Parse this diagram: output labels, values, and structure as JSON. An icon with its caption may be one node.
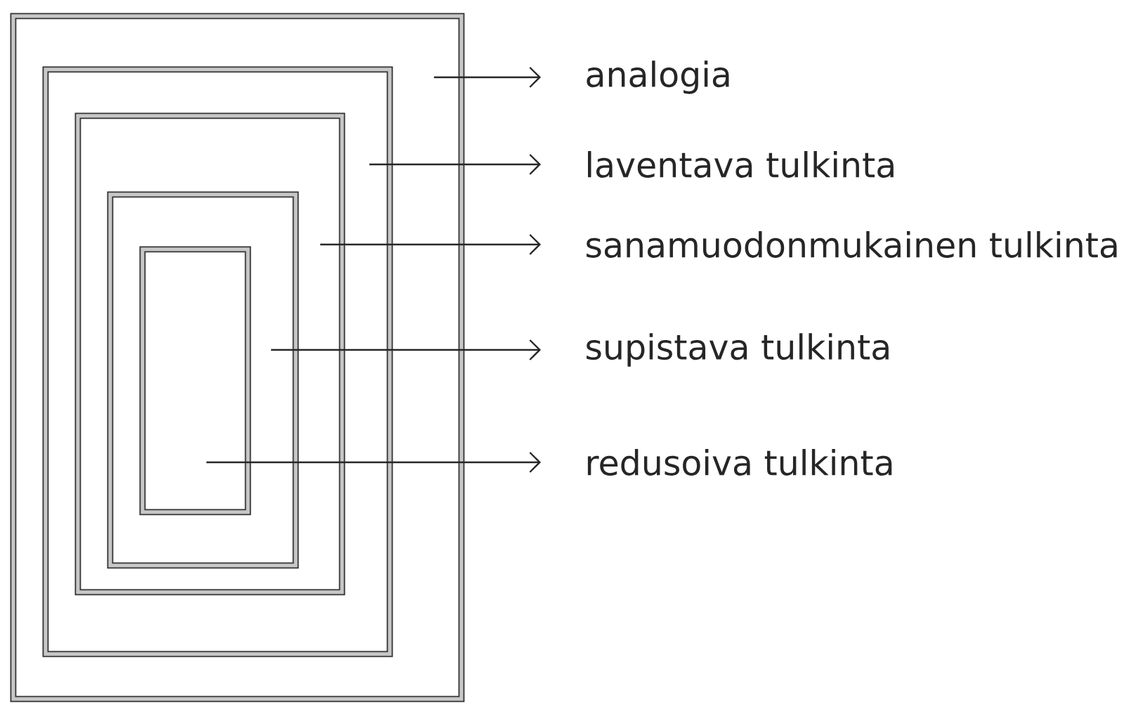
{
  "diagram": {
    "nodes": [
      {
        "text": [],
        "shape": "box"
      },
      {
        "text": [],
        "shape": "box",
        "in": 0
      },
      {
        "text": [],
        "shape": "box",
        "in": 1
      },
      {
        "text": [],
        "shape": "box",
        "in": 2
      },
      {
        "text": [],
        "shape": "box",
        "in": 3
      },
      {
        "text": [
          "analogia"
        ]
      },
      {
        "text": [
          "laventava tulkinta"
        ]
      },
      {
        "text": [
          "sanamuodonmukainen tulkinta"
        ]
      },
      {
        "text": [
          "supistava tulkinta"
        ]
      },
      {
        "text": [
          "redusoiva tulkinta"
        ]
      }
    ],
    "edges": [
      {
        "from": 0,
        "to": 5,
        "arrow": "to"
      },
      {
        "from": 1,
        "to": 6,
        "arrow": "to"
      },
      {
        "from": 2,
        "to": 7,
        "arrow": "to"
      },
      {
        "from": 3,
        "to": 8,
        "arrow": "to"
      },
      {
        "from": 4,
        "to": 9,
        "arrow": "to"
      }
    ]
  }
}
